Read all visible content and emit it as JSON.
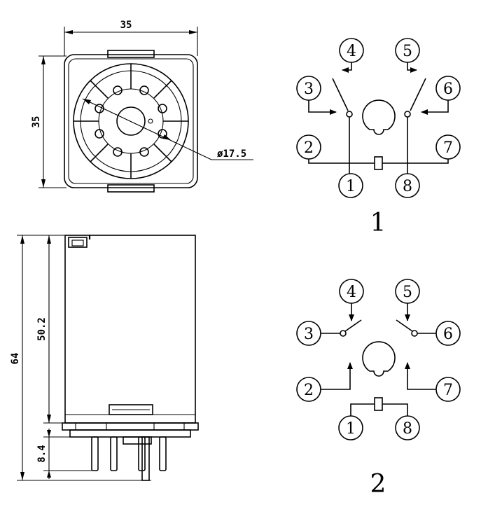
{
  "dimensions": {
    "top_width": "35",
    "top_height": "35",
    "socket_diameter": "ø17.5",
    "body_height": "50.2",
    "total_height": "64",
    "pin_length": "8.4"
  },
  "diagram1": {
    "label": "1",
    "pins": [
      "1",
      "2",
      "3",
      "4",
      "5",
      "6",
      "7",
      "8"
    ]
  },
  "diagram2": {
    "label": "2",
    "pins": [
      "1",
      "2",
      "3",
      "4",
      "5",
      "6",
      "7",
      "8"
    ]
  }
}
